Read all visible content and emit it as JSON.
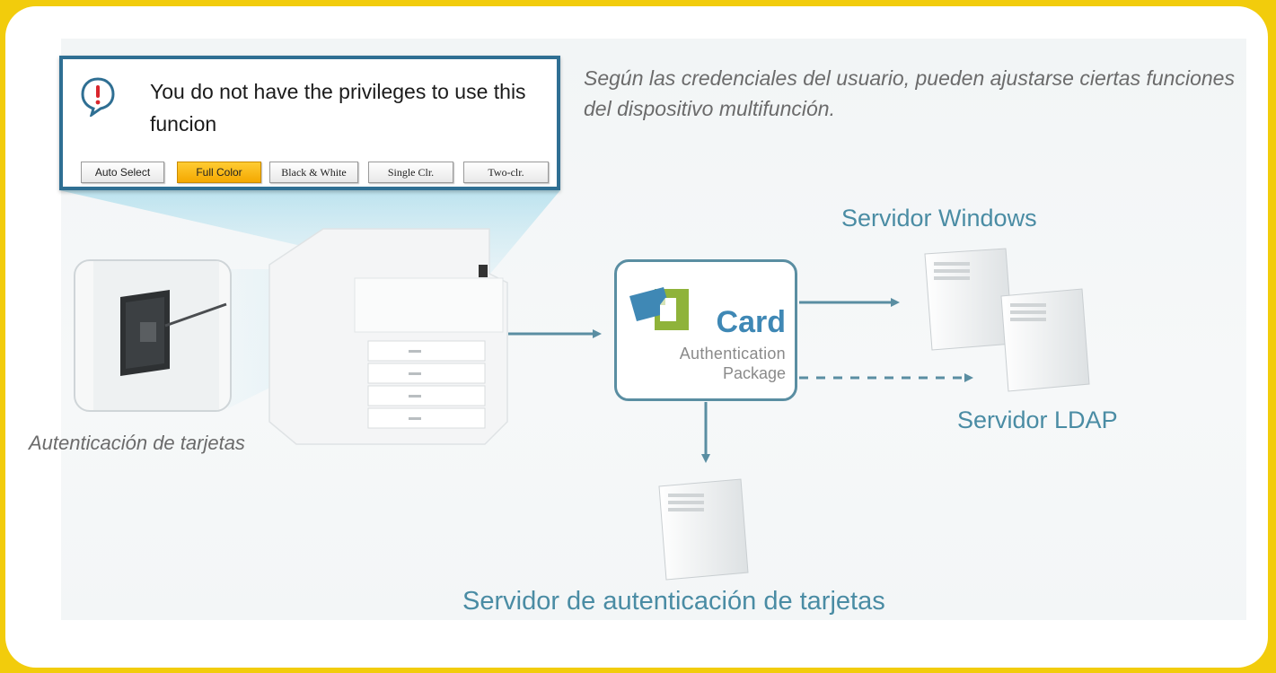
{
  "dialog": {
    "message": "You do not have the privileges to use this funcion",
    "buttons": [
      "Auto Select",
      "Full Color",
      "Black & White",
      "Single Clr.",
      "Two-clr."
    ],
    "active_button": "Full Color"
  },
  "intro_text": "Según las credenciales del usuario, pueden ajustarse ciertas funciones del dispositivo multifunción.",
  "card_caption": "Autenticación de tarjetas",
  "package": {
    "word_card": "Card",
    "word_authentication": "Authentication",
    "word_package": "Package"
  },
  "servers": {
    "windows": "Servidor Windows",
    "ldap": "Servidor LDAP",
    "card_auth": "Servidor de autenticación de tarjetas"
  },
  "icons": [
    "alert-icon",
    "card-reader-icon",
    "printer-icon",
    "card-logo-icon",
    "server-icon"
  ],
  "colors": {
    "frame": "#f2cc0c",
    "accent": "#4a8ca4",
    "dialog_border": "#2f6f93",
    "active_button": "#f4a800",
    "logo_blue": "#3f88b5",
    "logo_green": "#8fb33a"
  }
}
